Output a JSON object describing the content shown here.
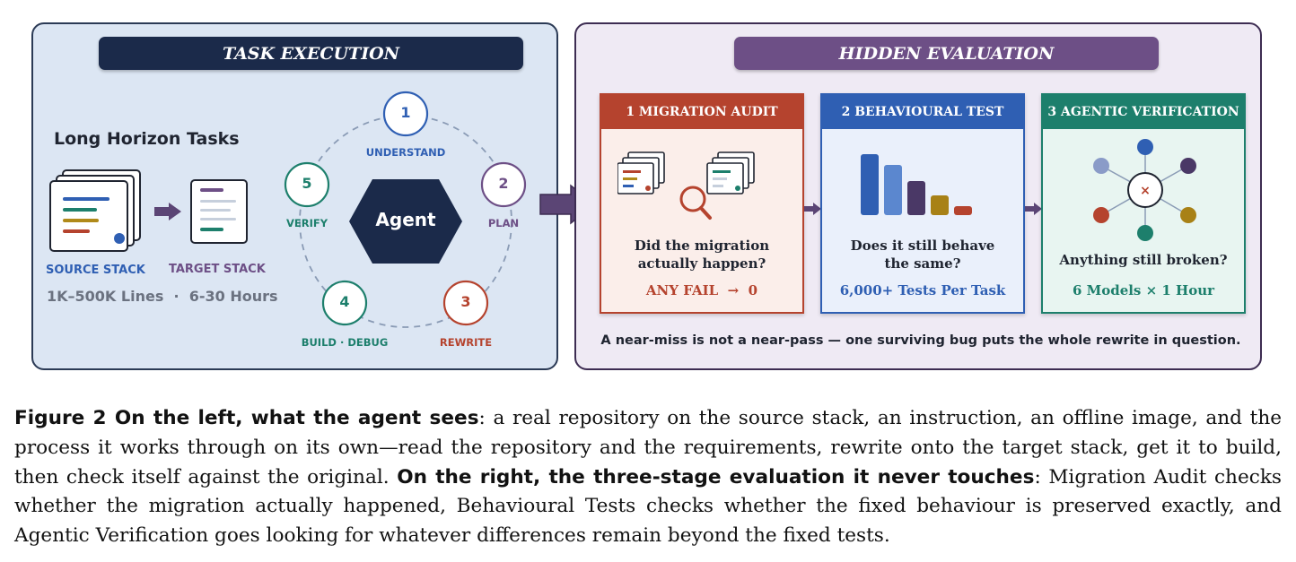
{
  "left_panel": {
    "banner": "TASK EXECUTION",
    "heading": "Long Horizon Tasks",
    "source_label": "SOURCE STACK",
    "target_label": "TARGET STACK",
    "stats": "1K–500K Lines  ·  6-30 Hours",
    "agent": "Agent",
    "steps": [
      {
        "num": "1",
        "label": "UNDERSTAND"
      },
      {
        "num": "2",
        "label": "PLAN"
      },
      {
        "num": "3",
        "label": "REWRITE"
      },
      {
        "num": "4",
        "label": "BUILD · DEBUG"
      },
      {
        "num": "5",
        "label": "VERIFY"
      }
    ]
  },
  "right_panel": {
    "banner": "HIDDEN EVALUATION",
    "cards": [
      {
        "title": "1  MIGRATION AUDIT",
        "question_line1": "Did the migration",
        "question_line2": "actually happen?",
        "stat": "ANY FAIL  →  0"
      },
      {
        "title": "2  BEHAVIOURAL TEST",
        "question_line1": "Does it still behave",
        "question_line2": "the same?",
        "stat": "6,000+ Tests Per Task"
      },
      {
        "title": "3  AGENTIC VERIFICATION",
        "question_line1": "Anything still broken?",
        "question_line2": "",
        "stat": "6 Models × 1 Hour"
      }
    ],
    "footer": "A near-miss is not a near-pass — one surviving bug puts the whole rewrite in question."
  },
  "caption": {
    "lead": "Figure 2  On the left, what the agent sees",
    "part1": ": a real repository on the source stack, an instruction, an offline image, and the process it works through on its own—read the repository and the requirements, rewrite onto the target stack, get it to build, then check itself against the original. ",
    "lead2": "On the right, the three-stage evaluation it never touches",
    "part2": ": Migration Audit checks whether the migration actually happened, Behavioural Tests checks whether the fixed behaviour is preserved exactly, and Agentic Verification goes looking for whatever differences remain beyond the fixed tests."
  },
  "colors": {
    "left_bg": "#dce6f3",
    "left_banner": "#1b2a4a",
    "right_bg": "#efeaf4",
    "right_banner": "#6d4f86",
    "audit": "#b5432e",
    "behaviour": "#2f5fb3",
    "agentic": "#1d7f6c",
    "connector": "#5b4575"
  },
  "icons": [
    "document-stack-icon",
    "arrow-icon",
    "magnifier-icon",
    "bar-chart-icon",
    "network-icon"
  ]
}
